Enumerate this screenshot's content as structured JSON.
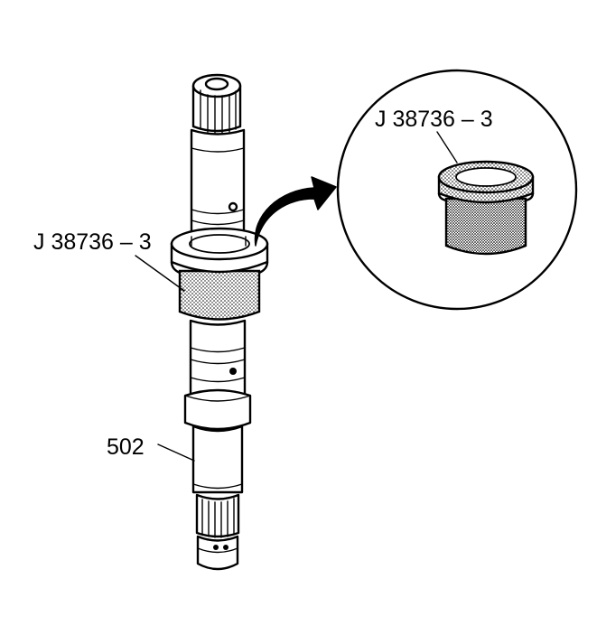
{
  "labels": {
    "tool_on_shaft": "J 38736 – 3",
    "tool_detail": "J 38736 – 3",
    "shaft": "502"
  },
  "colors": {
    "line": "#000000",
    "background": "#ffffff",
    "stipple": "#000000"
  }
}
